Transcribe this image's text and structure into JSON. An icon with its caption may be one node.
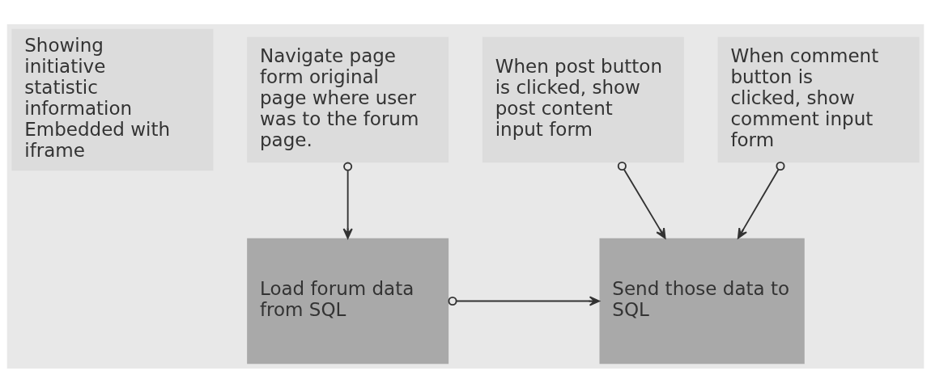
{
  "diagram": {
    "nodes": [
      {
        "text": [
          "Showing initiative statistic information Embedded with iframe"
        ]
      },
      {
        "text": [
          "Navigate page form original page where user was to the forum page."
        ]
      },
      {
        "text": [
          "When post button is clicked, show post content input form"
        ]
      },
      {
        "text": [
          "When comment button is clicked, show comment input form"
        ]
      },
      {
        "text": [
          "Load forum data from SQL"
        ]
      },
      {
        "text": [
          "Send those data to SQL"
        ]
      }
    ],
    "edges": [
      {
        "from": 1,
        "to": 4,
        "arrow": "to"
      },
      {
        "from": 2,
        "to": 5,
        "arrow": "to"
      },
      {
        "from": 3,
        "to": 5,
        "arrow": "to"
      },
      {
        "from": 4,
        "to": 5,
        "arrow": "to"
      }
    ]
  }
}
